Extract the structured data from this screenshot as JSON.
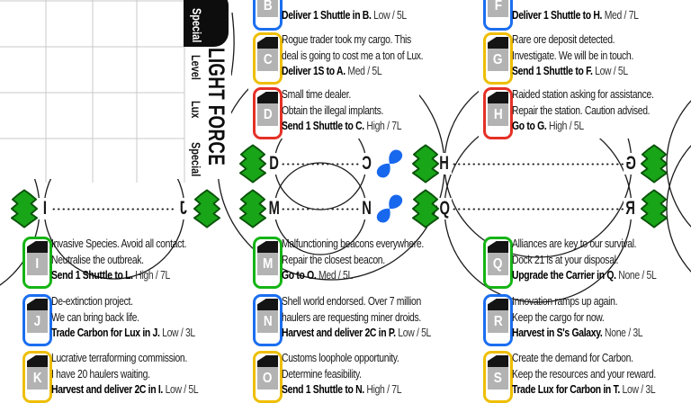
{
  "panel": {
    "tab_label": "Special",
    "title": "LIGHT FORCE",
    "row_labels": [
      "Level",
      "Lux",
      "Special"
    ]
  },
  "colors": {
    "badge_blue": "#1b6ef0",
    "badge_yellow": "#eebe00",
    "badge_red": "#e53126",
    "badge_green": "#15b415",
    "flora_icon_green": "#18a518",
    "pinwheel_icon_blue": "#1868ee",
    "badge_gray": "#b3b3b3"
  },
  "missions": {
    "B": {
      "id": "B",
      "lines": [],
      "action": "Deliver 1 Shuttle in B.",
      "meta": "Low / 5L"
    },
    "C": {
      "id": "C",
      "lines": [
        "Rogue trader took my cargo. This",
        "deal is going to cost me a ton of Lux."
      ],
      "action": "Deliver 1S to A.",
      "meta": "Med / 5L"
    },
    "D": {
      "id": "D",
      "lines": [
        "Small time dealer.",
        "Obtain the illegal implants."
      ],
      "action": "Send 1 Shuttle to C.",
      "meta": "High / 7L"
    },
    "F": {
      "id": "F",
      "lines": [],
      "action": "Deliver 1 Shuttle to H.",
      "meta": "Med / 7L"
    },
    "G": {
      "id": "G",
      "lines": [
        "Rare ore deposit detected.",
        "Investigate. We will be in touch."
      ],
      "action": "Send 1 Shuttle to F.",
      "meta": "Low / 5L"
    },
    "H": {
      "id": "H",
      "lines": [
        "Raided station asking for assistance.",
        "Repair the station. Caution advised."
      ],
      "action": "Go to G.",
      "meta": "High / 5L"
    },
    "I": {
      "id": "I",
      "lines": [
        "Invasive Species. Avoid all contact.",
        "Neutralise the outbreak."
      ],
      "action": "Send 1 Shuttle to L.",
      "meta": "High / 7L"
    },
    "J": {
      "id": "J",
      "lines": [
        "De-extinction project.",
        "We can bring back life."
      ],
      "action": "Trade Carbon for Lux in J.",
      "meta": "Low / 3L"
    },
    "K": {
      "id": "K",
      "lines": [
        "Lucrative terraforming commission.",
        "I have 20 haulers waiting."
      ],
      "action": "Harvest and deliver 2C in I.",
      "meta": "Low / 5L"
    },
    "M": {
      "id": "M",
      "lines": [
        "Malfunctioning beacons everywhere.",
        "Repair the closest beacon."
      ],
      "action": "Go to O.",
      "meta": "Med / 5L"
    },
    "N": {
      "id": "N",
      "lines": [
        "Shell world endorsed. Over 7 million",
        "haulers are requesting miner droids."
      ],
      "action": "Harvest and deliver 2C in P.",
      "meta": "Low / 5L"
    },
    "O": {
      "id": "O",
      "lines": [
        "Customs loophole opportunity.",
        "Determine feasibility."
      ],
      "action": "Send 1 Shuttle to N.",
      "meta": "High / 7L"
    },
    "Q": {
      "id": "Q",
      "lines": [
        "Alliances are key to our survival.",
        "Dock 21 is at your disposal."
      ],
      "action": "Upgrade the Carrier in Q.",
      "meta": "None / 5L"
    },
    "R": {
      "id": "R",
      "lines": [
        "Innovation ramps up again.",
        "Keep the cargo for now."
      ],
      "action": "Harvest in S's Galaxy.",
      "meta": "None / 3L"
    },
    "S": {
      "id": "S",
      "lines": [
        "Create the demand for Carbon.",
        "Keep the resources and your reward."
      ],
      "action": "Trade Lux for Carbon in T.",
      "meta": "Low / 3L"
    }
  },
  "map": {
    "nodes": {
      "D": "D",
      "C_rev": "C",
      "H": "H",
      "G_rev": "G",
      "I": "I",
      "J_rev": "J",
      "M": "M",
      "N": "N",
      "Q": "Q",
      "R_rev": "R"
    }
  }
}
